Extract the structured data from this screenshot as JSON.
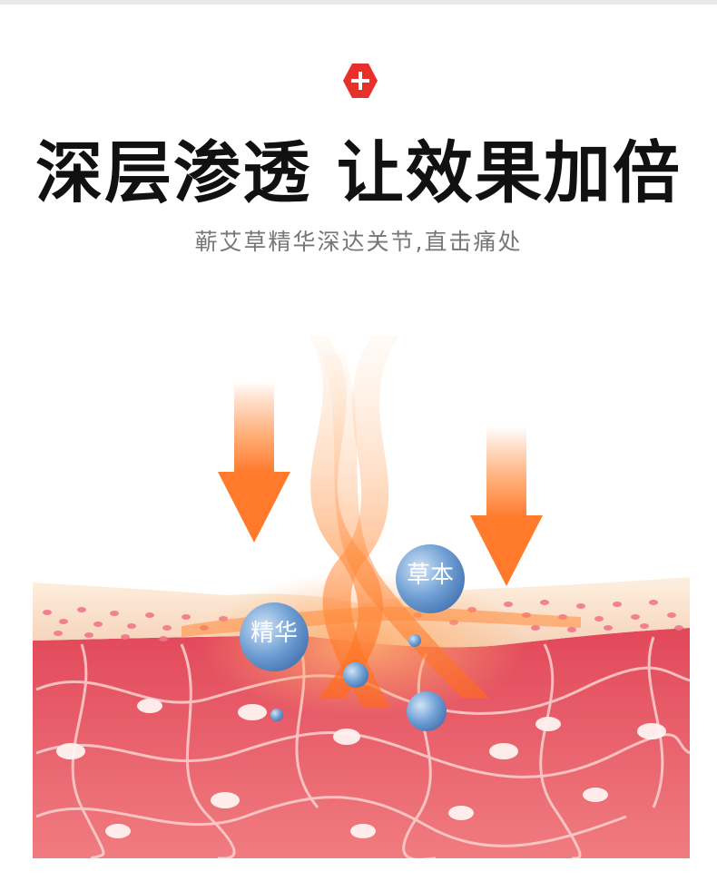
{
  "badge": {
    "icon": "plus-icon",
    "color": "#e8302a"
  },
  "headline": {
    "text": "深层渗透 让效果加倍"
  },
  "subline": {
    "text": "蕲艾草精华深达关节,直击痛处"
  },
  "molecules": {
    "essence_label": "精华",
    "herb_label": "草本"
  },
  "colors": {
    "arrow": "#ff7a2a",
    "skin_deep": "#e9616b",
    "skin_top": "#fbe3c8",
    "molecule": "#5b8cc7",
    "title": "#111111",
    "subtitle": "#777777"
  }
}
